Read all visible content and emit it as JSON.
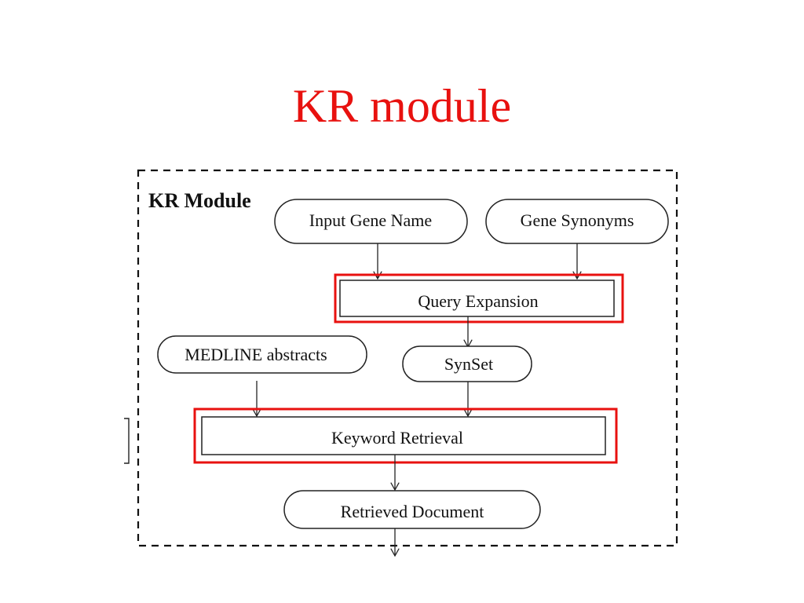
{
  "slide": {
    "title": "KR module",
    "title_color": "#e8110f"
  },
  "diagram": {
    "module_label": "KR Module",
    "highlight_color": "#e8110f",
    "nodes": {
      "input_gene_name": "Input Gene Name",
      "gene_synonyms": "Gene Synonyms",
      "query_expansion": "Query Expansion",
      "medline_abstracts": "MEDLINE abstracts",
      "synset": "SynSet",
      "keyword_retrieval": "Keyword Retrieval",
      "retrieved_document": "Retrieved Document"
    },
    "highlighted": [
      "query_expansion",
      "keyword_retrieval"
    ]
  }
}
